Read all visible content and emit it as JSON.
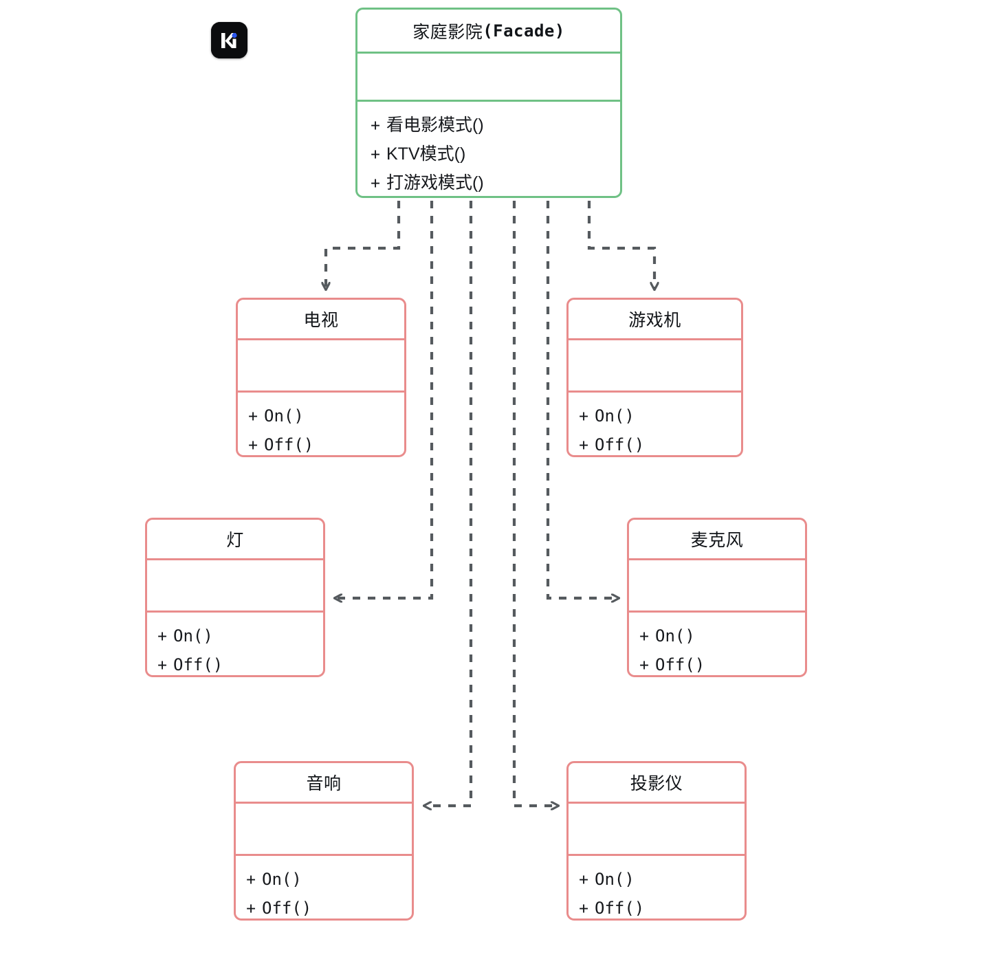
{
  "diagram": {
    "kind": "UML class diagram",
    "pattern": "Facade",
    "background": "#ffffff",
    "colors": {
      "facade_border": "#6fc185",
      "subsystem_border": "#e98c8c",
      "connector": "#555a5e",
      "text": "#16181c",
      "logo_bg": "#0b0c0e",
      "logo_dot": "#2b57f0"
    }
  },
  "logo": {
    "name": "app-logo",
    "glyph": "K",
    "dot": "•"
  },
  "facade": {
    "name": "家庭影院(Facade)",
    "name_cjk": "家庭影院",
    "name_mono": "(Facade)",
    "attributes": [],
    "operations": [
      {
        "visibility": "+",
        "signature": "看电影模式()"
      },
      {
        "visibility": "+",
        "signature": "KTV模式()"
      },
      {
        "visibility": "+",
        "signature": "打游戏模式()"
      }
    ]
  },
  "subsystems": [
    {
      "id": "tv",
      "name": "电视",
      "attributes": [],
      "operations": [
        {
          "visibility": "+",
          "signature": "On()"
        },
        {
          "visibility": "+",
          "signature": "Off()"
        }
      ]
    },
    {
      "id": "console",
      "name": "游戏机",
      "attributes": [],
      "operations": [
        {
          "visibility": "+",
          "signature": "On()"
        },
        {
          "visibility": "+",
          "signature": "Off()"
        }
      ]
    },
    {
      "id": "light",
      "name": "灯",
      "attributes": [],
      "operations": [
        {
          "visibility": "+",
          "signature": "On()"
        },
        {
          "visibility": "+",
          "signature": "Off()"
        }
      ]
    },
    {
      "id": "microphone",
      "name": "麦克风",
      "attributes": [],
      "operations": [
        {
          "visibility": "+",
          "signature": "On()"
        },
        {
          "visibility": "+",
          "signature": "Off()"
        }
      ]
    },
    {
      "id": "speaker",
      "name": "音响",
      "attributes": [],
      "operations": [
        {
          "visibility": "+",
          "signature": "On()"
        },
        {
          "visibility": "+",
          "signature": "Off()"
        }
      ]
    },
    {
      "id": "projector",
      "name": "投影仪",
      "attributes": [],
      "operations": [
        {
          "visibility": "+",
          "signature": "On()"
        },
        {
          "visibility": "+",
          "signature": "Off()"
        }
      ]
    }
  ],
  "relations": [
    {
      "from": "家庭影院(Facade)",
      "to": "电视",
      "type": "dependency",
      "style": "dashed-open-arrow"
    },
    {
      "from": "家庭影院(Facade)",
      "to": "灯",
      "type": "dependency",
      "style": "dashed-open-arrow"
    },
    {
      "from": "家庭影院(Facade)",
      "to": "音响",
      "type": "dependency",
      "style": "dashed-open-arrow"
    },
    {
      "from": "家庭影院(Facade)",
      "to": "投影仪",
      "type": "dependency",
      "style": "dashed-open-arrow"
    },
    {
      "from": "家庭影院(Facade)",
      "to": "麦克风",
      "type": "dependency",
      "style": "dashed-open-arrow"
    },
    {
      "from": "家庭影院(Facade)",
      "to": "游戏机",
      "type": "dependency",
      "style": "dashed-open-arrow"
    }
  ]
}
